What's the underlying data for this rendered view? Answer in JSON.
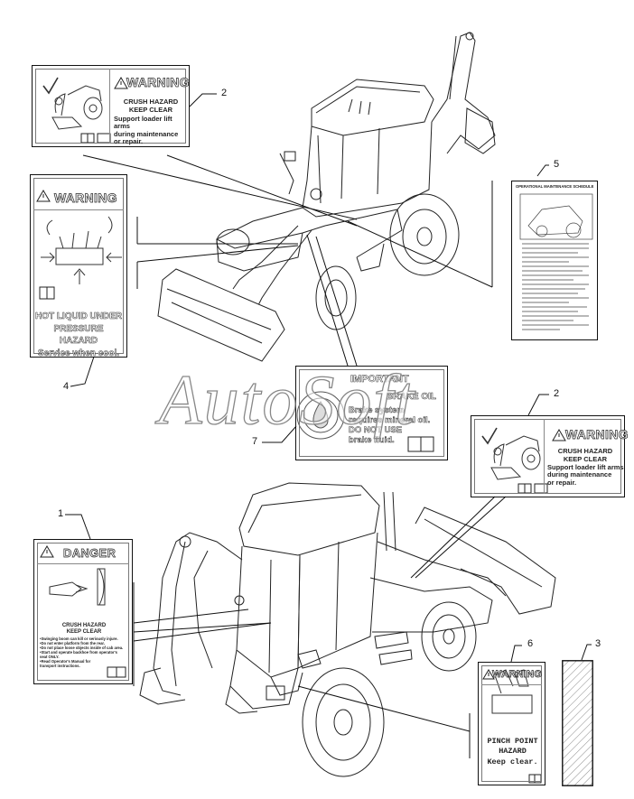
{
  "callouts": {
    "c2_top": "2",
    "c5": "5",
    "c4": "4",
    "c7": "7",
    "c2_mid": "2",
    "c1": "1",
    "c6": "6",
    "c3": "3"
  },
  "decal_crush_top": {
    "header": "WARNING",
    "title": "CRUSH HAZARD\nKEEP CLEAR",
    "body": "Support loader lift arms\nduring maintenance\nor repair."
  },
  "decal_hot_liquid": {
    "header": "WARNING",
    "body": "HOT LIQUID UNDER\nPRESSURE HAZARD\nService when cool."
  },
  "decal_maintenance": {
    "title": "OPERATIONAL MAINTENANCE SCHEDULE"
  },
  "decal_brake": {
    "header": "IMPORTANT",
    "title": "BRAKE OIL",
    "body": "Brake system\nrequires mineral oil.\nDO NOT USE\nbrake fluid."
  },
  "decal_crush_mid": {
    "header": "WARNING",
    "title": "CRUSH HAZARD\nKEEP CLEAR",
    "body": "Support loader lift arms\nduring maintenance\nor repair."
  },
  "decal_danger": {
    "header": "DANGER",
    "title": "CRUSH HAZARD\nKEEP CLEAR",
    "body": "•Swinging boom can kill or seriously injure.\n•Do not enter platform from the rear.\n•Do not place loose objects inside of cab area.\n•Start and operate backhoe from operator's\nseat ONLY.\n•Read Operator's Manual for\ntransport instructions."
  },
  "decal_pinch": {
    "header": "WARNING",
    "body": "PINCH POINT\nHAZARD\nKeep clear."
  },
  "watermark": "AutoSoft",
  "icons": [
    "book-icon",
    "warning-triangle-icon",
    "hazard-pictogram-icon"
  ],
  "colors": {
    "line": "#111111",
    "panel": "#ffffff",
    "hatch": "#888888"
  }
}
